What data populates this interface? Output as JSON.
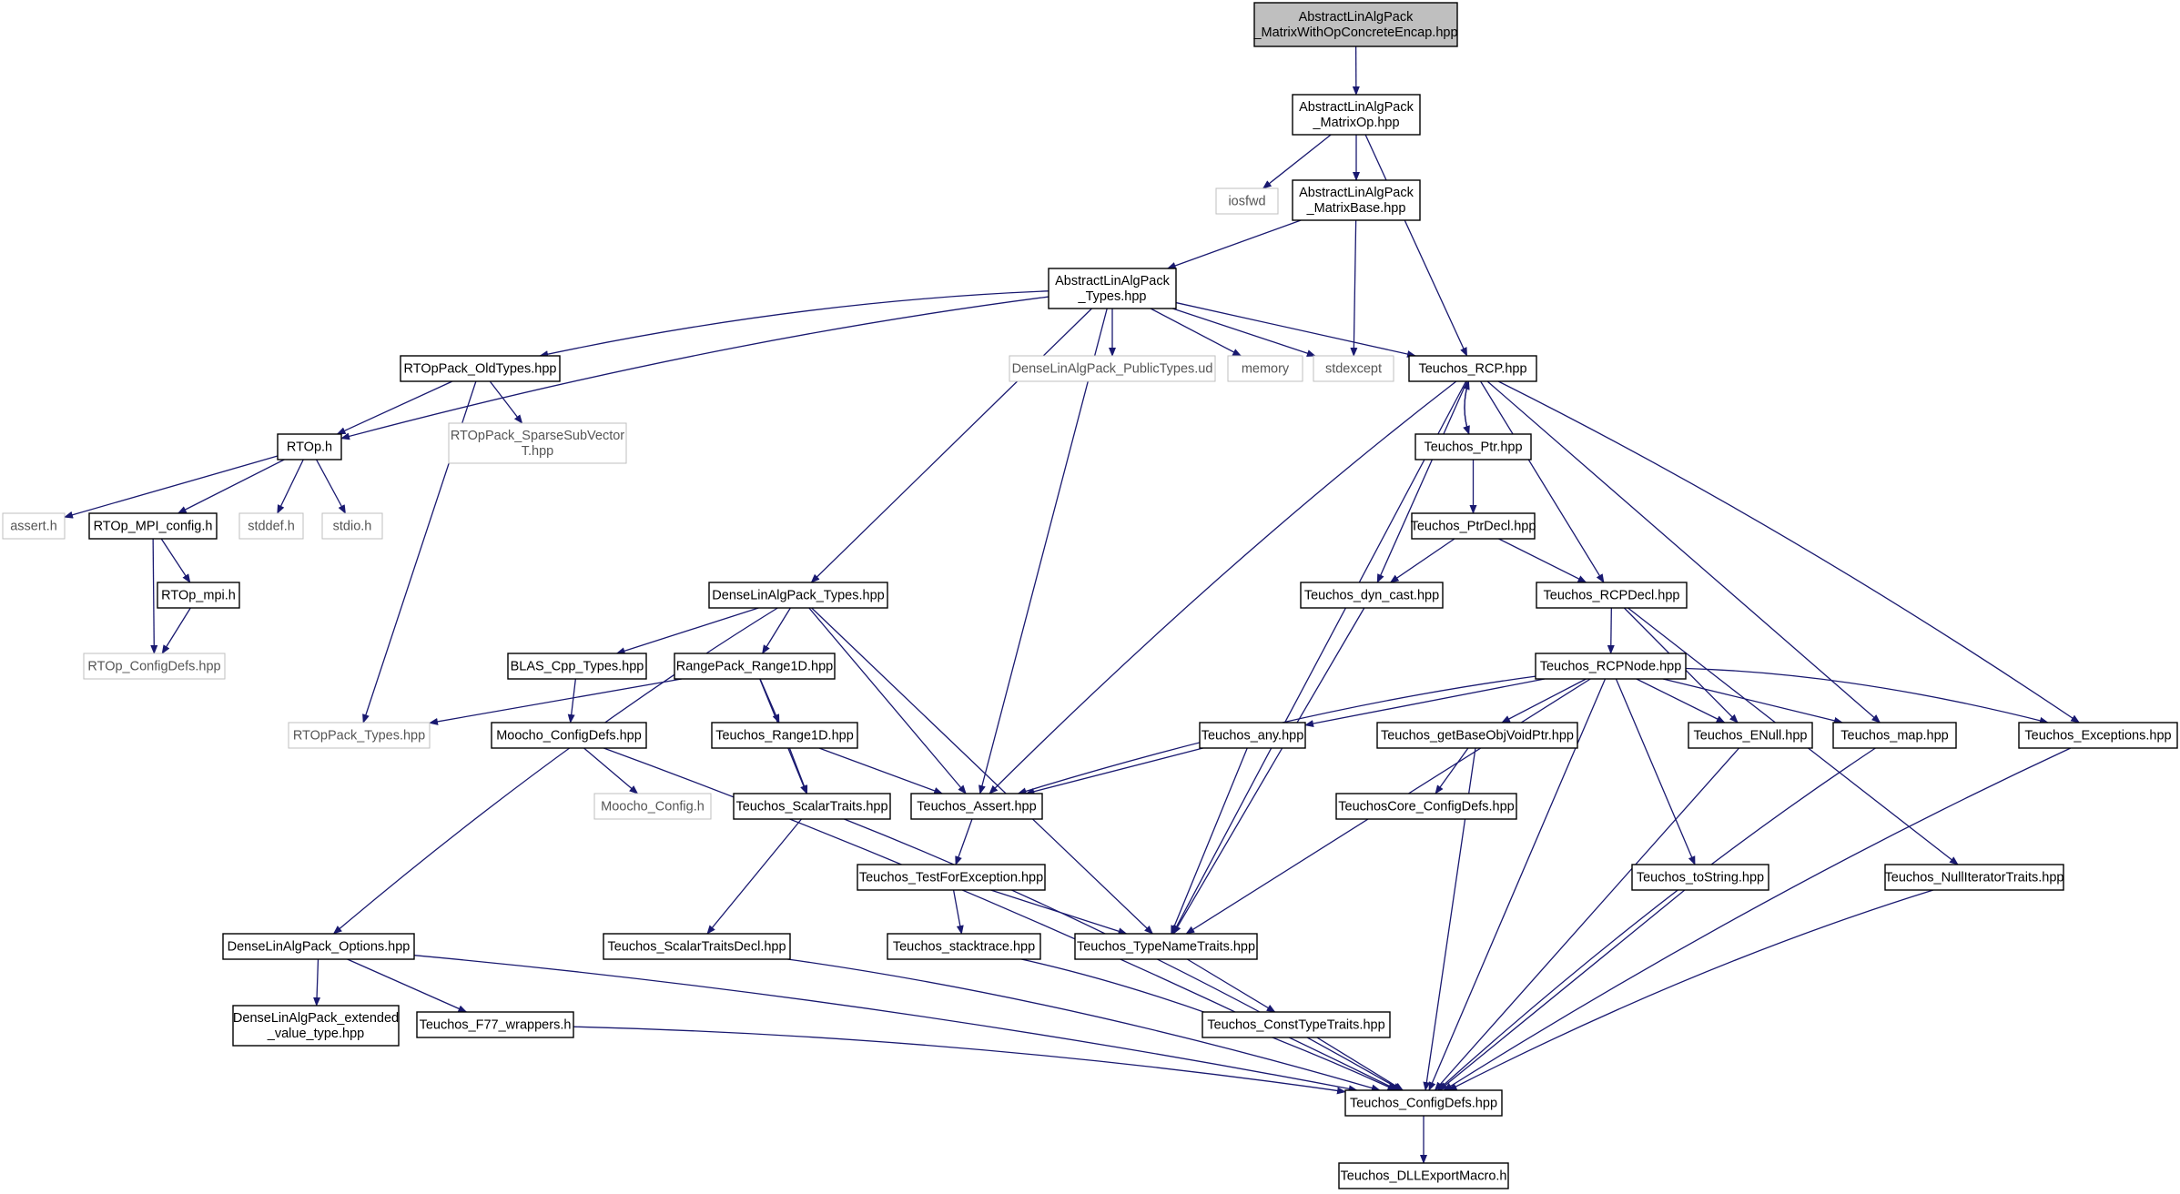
{
  "nodes": [
    {
      "id": "root",
      "lines": [
        "AbstractLinAlgPack",
        "_MatrixWithOpConcreteEncap.hpp"
      ],
      "style": "root"
    },
    {
      "id": "matrixop",
      "lines": [
        "AbstractLinAlgPack",
        "_MatrixOp.hpp"
      ],
      "style": "normal"
    },
    {
      "id": "iosfwd",
      "lines": [
        "iosfwd"
      ],
      "style": "gray"
    },
    {
      "id": "matrixbase",
      "lines": [
        "AbstractLinAlgPack",
        "_MatrixBase.hpp"
      ],
      "style": "normal"
    },
    {
      "id": "types",
      "lines": [
        "AbstractLinAlgPack",
        "_Types.hpp"
      ],
      "style": "normal"
    },
    {
      "id": "rtopold",
      "lines": [
        "RTOpPack_OldTypes.hpp"
      ],
      "style": "normal"
    },
    {
      "id": "densepublic",
      "lines": [
        "DenseLinAlgPack_PublicTypes.ud"
      ],
      "style": "gray"
    },
    {
      "id": "memory",
      "lines": [
        "memory"
      ],
      "style": "gray"
    },
    {
      "id": "stdexcept",
      "lines": [
        "stdexcept"
      ],
      "style": "gray"
    },
    {
      "id": "rcp",
      "lines": [
        "Teuchos_RCP.hpp"
      ],
      "style": "normal"
    },
    {
      "id": "rtoph",
      "lines": [
        "RTOp.h"
      ],
      "style": "normal"
    },
    {
      "id": "sparsesub",
      "lines": [
        "RTOpPack_SparseSubVector",
        "T.hpp"
      ],
      "style": "gray"
    },
    {
      "id": "ptr",
      "lines": [
        "Teuchos_Ptr.hpp"
      ],
      "style": "normal"
    },
    {
      "id": "asserth",
      "lines": [
        "assert.h"
      ],
      "style": "gray"
    },
    {
      "id": "mpiconfig",
      "lines": [
        "RTOp_MPI_config.h"
      ],
      "style": "normal"
    },
    {
      "id": "stddef",
      "lines": [
        "stddef.h"
      ],
      "style": "gray"
    },
    {
      "id": "stdio",
      "lines": [
        "stdio.h"
      ],
      "style": "gray"
    },
    {
      "id": "ptrdecl",
      "lines": [
        "Teuchos_PtrDecl.hpp"
      ],
      "style": "normal"
    },
    {
      "id": "rtopmpi",
      "lines": [
        "RTOp_mpi.h"
      ],
      "style": "normal"
    },
    {
      "id": "densetypes",
      "lines": [
        "DenseLinAlgPack_Types.hpp"
      ],
      "style": "normal"
    },
    {
      "id": "dyncast",
      "lines": [
        "Teuchos_dyn_cast.hpp"
      ],
      "style": "normal"
    },
    {
      "id": "rcpdecl",
      "lines": [
        "Teuchos_RCPDecl.hpp"
      ],
      "style": "normal"
    },
    {
      "id": "rtopconfigdefs",
      "lines": [
        "RTOp_ConfigDefs.hpp"
      ],
      "style": "gray"
    },
    {
      "id": "blas",
      "lines": [
        "BLAS_Cpp_Types.hpp"
      ],
      "style": "normal"
    },
    {
      "id": "range1d",
      "lines": [
        "RangePack_Range1D.hpp"
      ],
      "style": "normal"
    },
    {
      "id": "rcpnode",
      "lines": [
        "Teuchos_RCPNode.hpp"
      ],
      "style": "normal"
    },
    {
      "id": "rtoppacktypes",
      "lines": [
        "RTOpPack_Types.hpp"
      ],
      "style": "gray"
    },
    {
      "id": "moochoconfigdefs",
      "lines": [
        "Moocho_ConfigDefs.hpp"
      ],
      "style": "normal"
    },
    {
      "id": "teuchosrange1d",
      "lines": [
        "Teuchos_Range1D.hpp"
      ],
      "style": "normal"
    },
    {
      "id": "any",
      "lines": [
        "Teuchos_any.hpp"
      ],
      "style": "normal"
    },
    {
      "id": "getbase",
      "lines": [
        "Teuchos_getBaseObjVoidPtr.hpp"
      ],
      "style": "normal"
    },
    {
      "id": "enull",
      "lines": [
        "Teuchos_ENull.hpp"
      ],
      "style": "normal"
    },
    {
      "id": "map",
      "lines": [
        "Teuchos_map.hpp"
      ],
      "style": "normal"
    },
    {
      "id": "exceptions",
      "lines": [
        "Teuchos_Exceptions.hpp"
      ],
      "style": "normal"
    },
    {
      "id": "moochoconfig",
      "lines": [
        "Moocho_Config.h"
      ],
      "style": "gray"
    },
    {
      "id": "scalartraits",
      "lines": [
        "Teuchos_ScalarTraits.hpp"
      ],
      "style": "normal"
    },
    {
      "id": "assert",
      "lines": [
        "Teuchos_Assert.hpp"
      ],
      "style": "normal"
    },
    {
      "id": "coreconfigdefs",
      "lines": [
        "TeuchosCore_ConfigDefs.hpp"
      ],
      "style": "normal"
    },
    {
      "id": "testfor",
      "lines": [
        "Teuchos_TestForException.hpp"
      ],
      "style": "normal"
    },
    {
      "id": "tostring",
      "lines": [
        "Teuchos_toString.hpp"
      ],
      "style": "normal"
    },
    {
      "id": "nulliter",
      "lines": [
        "Teuchos_NullIteratorTraits.hpp"
      ],
      "style": "normal"
    },
    {
      "id": "denseoptions",
      "lines": [
        "DenseLinAlgPack_Options.hpp"
      ],
      "style": "normal"
    },
    {
      "id": "scalartraitsdecl",
      "lines": [
        "Teuchos_ScalarTraitsDecl.hpp"
      ],
      "style": "normal"
    },
    {
      "id": "stacktrace",
      "lines": [
        "Teuchos_stacktrace.hpp"
      ],
      "style": "normal"
    },
    {
      "id": "typename",
      "lines": [
        "Teuchos_TypeNameTraits.hpp"
      ],
      "style": "normal"
    },
    {
      "id": "extended",
      "lines": [
        "DenseLinAlgPack_extended",
        "_value_type.hpp"
      ],
      "style": "normal"
    },
    {
      "id": "f77",
      "lines": [
        "Teuchos_F77_wrappers.h"
      ],
      "style": "normal"
    },
    {
      "id": "consttype",
      "lines": [
        "Teuchos_ConstTypeTraits.hpp"
      ],
      "style": "normal"
    },
    {
      "id": "configdefs",
      "lines": [
        "Teuchos_ConfigDefs.hpp"
      ],
      "style": "normal"
    },
    {
      "id": "dllexport",
      "lines": [
        "Teuchos_DLLExportMacro.h"
      ],
      "style": "normal"
    }
  ],
  "edges": [
    [
      "root",
      "matrixop"
    ],
    [
      "matrixop",
      "iosfwd"
    ],
    [
      "matrixop",
      "matrixbase"
    ],
    [
      "matrixop",
      "rcp"
    ],
    [
      "matrixbase",
      "types"
    ],
    [
      "matrixbase",
      "stdexcept"
    ],
    [
      "types",
      "rtopold"
    ],
    [
      "types",
      "rtoph"
    ],
    [
      "types",
      "densepublic"
    ],
    [
      "types",
      "memory"
    ],
    [
      "types",
      "stdexcept"
    ],
    [
      "types",
      "rcp"
    ],
    [
      "types",
      "densetypes"
    ],
    [
      "types",
      "assert"
    ],
    [
      "rtopold",
      "rtoph"
    ],
    [
      "rtopold",
      "sparsesub"
    ],
    [
      "rtopold",
      "rtoppacktypes"
    ],
    [
      "rtoph",
      "asserth"
    ],
    [
      "rtoph",
      "mpiconfig"
    ],
    [
      "rtoph",
      "stddef"
    ],
    [
      "rtoph",
      "stdio"
    ],
    [
      "mpiconfig",
      "rtopmpi"
    ],
    [
      "mpiconfig",
      "rtopconfigdefs"
    ],
    [
      "rtopmpi",
      "rtopconfigdefs"
    ],
    [
      "rcp",
      "ptr"
    ],
    [
      "rcp",
      "dyncast"
    ],
    [
      "rcp",
      "rcpdecl"
    ],
    [
      "rcp",
      "map"
    ],
    [
      "rcp",
      "exceptions"
    ],
    [
      "rcp",
      "assert"
    ],
    [
      "rcp",
      "typename"
    ],
    [
      "ptr",
      "rcp"
    ],
    [
      "ptr",
      "ptrdecl"
    ],
    [
      "ptrdecl",
      "dyncast"
    ],
    [
      "ptrdecl",
      "rcpdecl"
    ],
    [
      "dyncast",
      "typename"
    ],
    [
      "rcpdecl",
      "rcpnode"
    ],
    [
      "rcpdecl",
      "enull"
    ],
    [
      "rcpdecl",
      "nulliter"
    ],
    [
      "rcpnode",
      "assert"
    ],
    [
      "rcpnode",
      "any"
    ],
    [
      "rcpnode",
      "typename"
    ],
    [
      "rcpnode",
      "getbase"
    ],
    [
      "rcpnode",
      "enull"
    ],
    [
      "rcpnode",
      "map"
    ],
    [
      "rcpnode",
      "exceptions"
    ],
    [
      "rcpnode",
      "tostring"
    ],
    [
      "rcpnode",
      "configdefs"
    ],
    [
      "densetypes",
      "blas"
    ],
    [
      "densetypes",
      "range1d"
    ],
    [
      "densetypes",
      "assert"
    ],
    [
      "densetypes",
      "typename"
    ],
    [
      "densetypes",
      "denseoptions"
    ],
    [
      "blas",
      "moochoconfigdefs"
    ],
    [
      "range1d",
      "rtoppacktypes"
    ],
    [
      "range1d",
      "teuchosrange1d"
    ],
    [
      "range1d",
      "scalartraits"
    ],
    [
      "teuchosrange1d",
      "scalartraits"
    ],
    [
      "teuchosrange1d",
      "assert"
    ],
    [
      "moochoconfigdefs",
      "moochoconfig"
    ],
    [
      "moochoconfigdefs",
      "configdefs"
    ],
    [
      "any",
      "assert"
    ],
    [
      "any",
      "typename"
    ],
    [
      "getbase",
      "coreconfigdefs"
    ],
    [
      "getbase",
      "configdefs"
    ],
    [
      "enull",
      "configdefs"
    ],
    [
      "map",
      "configdefs"
    ],
    [
      "exceptions",
      "configdefs"
    ],
    [
      "scalartraits",
      "scalartraitsdecl"
    ],
    [
      "scalartraits",
      "configdefs"
    ],
    [
      "assert",
      "testfor"
    ],
    [
      "testfor",
      "stacktrace"
    ],
    [
      "testfor",
      "typename"
    ],
    [
      "tostring",
      "configdefs"
    ],
    [
      "nulliter",
      "configdefs"
    ],
    [
      "denseoptions",
      "extended"
    ],
    [
      "denseoptions",
      "f77"
    ],
    [
      "denseoptions",
      "configdefs"
    ],
    [
      "scalartraitsdecl",
      "configdefs"
    ],
    [
      "stacktrace",
      "configdefs"
    ],
    [
      "typename",
      "consttype"
    ],
    [
      "f77",
      "configdefs"
    ],
    [
      "consttype",
      "configdefs"
    ],
    [
      "configdefs",
      "dllexport"
    ]
  ],
  "colors": {
    "edge": "#191970",
    "node_border": "#000000",
    "gray_border": "#bfbfbf",
    "root_fill": "#bfbfbf",
    "gray_text": "#555555"
  }
}
